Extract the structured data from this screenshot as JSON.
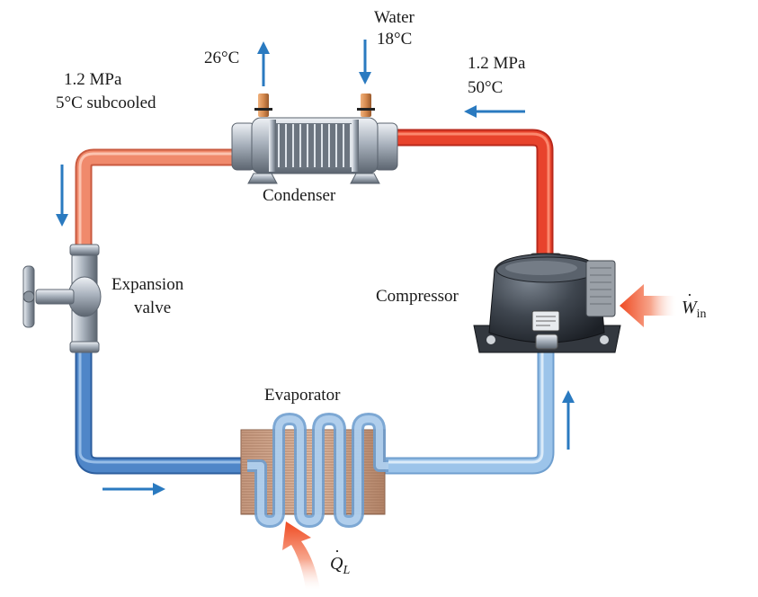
{
  "labels": {
    "water": "Water",
    "water_in_temp": "18°C",
    "water_out_temp": "26°C",
    "condenser_exit_pressure": "1.2 MPa",
    "condenser_exit_state": "5°C subcooled",
    "compressor_exit_pressure": "1.2 MPa",
    "compressor_exit_temp": "50°C",
    "condenser": "Condenser",
    "expansion_line1": "Expansion",
    "expansion_line2": "valve",
    "compressor": "Compressor",
    "evaporator": "Evaporator",
    "work_symbol": "W",
    "work_sub": "in",
    "heat_symbol": "Q",
    "heat_sub": "L"
  },
  "colors": {
    "hot_pipe": "#e8432c",
    "warm_pipe": "#f08a6c",
    "cold_pipe": "#4f86c8",
    "cool_pipe": "#9cc4ea",
    "flow_arrow": "#2a7ac0",
    "input_arrow": "#ef5a33"
  }
}
